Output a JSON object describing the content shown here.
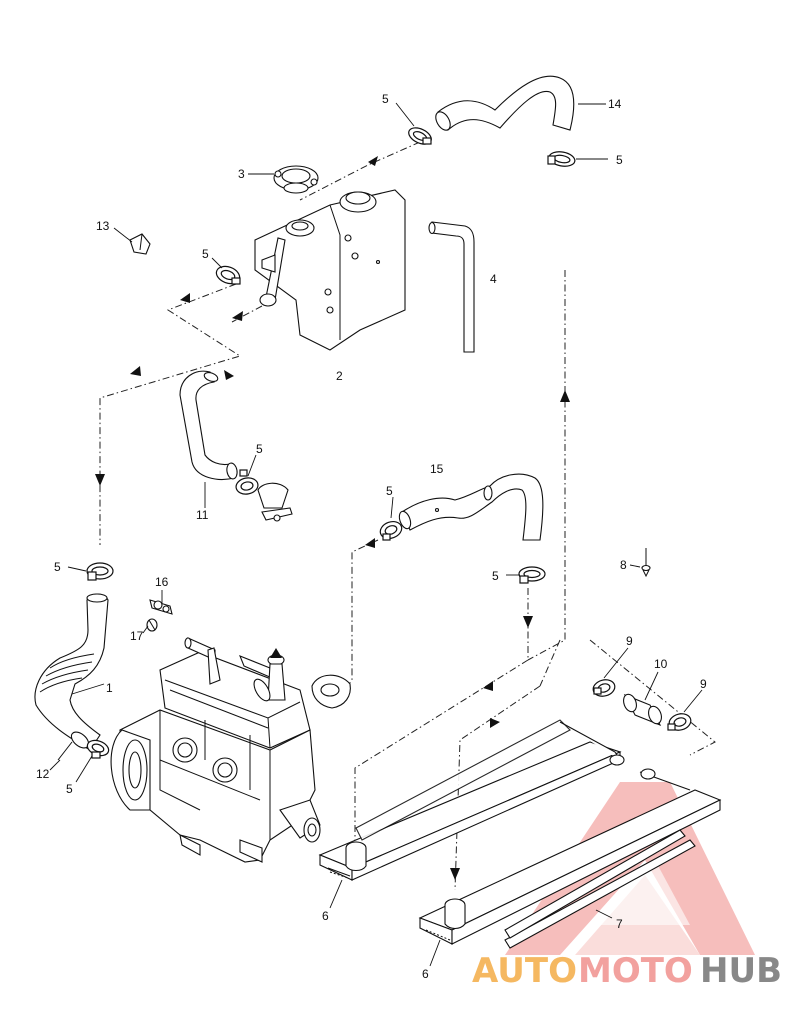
{
  "callouts": {
    "c1": "1",
    "c2": "2",
    "c3": "3",
    "c4": "4",
    "c5a": "5",
    "c5b": "5",
    "c5c": "5",
    "c5d": "5",
    "c5e": "5",
    "c5f": "5",
    "c5g": "5",
    "c5h": "5",
    "c6a": "6",
    "c6b": "6",
    "c7": "7",
    "c8": "8",
    "c9a": "9",
    "c9b": "9",
    "c10": "10",
    "c11": "11",
    "c12": "12",
    "c13": "13",
    "c14": "14",
    "c15": "15",
    "c16": "16",
    "c17": "17"
  },
  "watermark": {
    "part1": "AUTO",
    "part2": "MOTO",
    "part3": "HUB",
    "color_red": "#e8403c",
    "color_orange": "#f3a73a",
    "color_gray": "#6b6b6b"
  }
}
